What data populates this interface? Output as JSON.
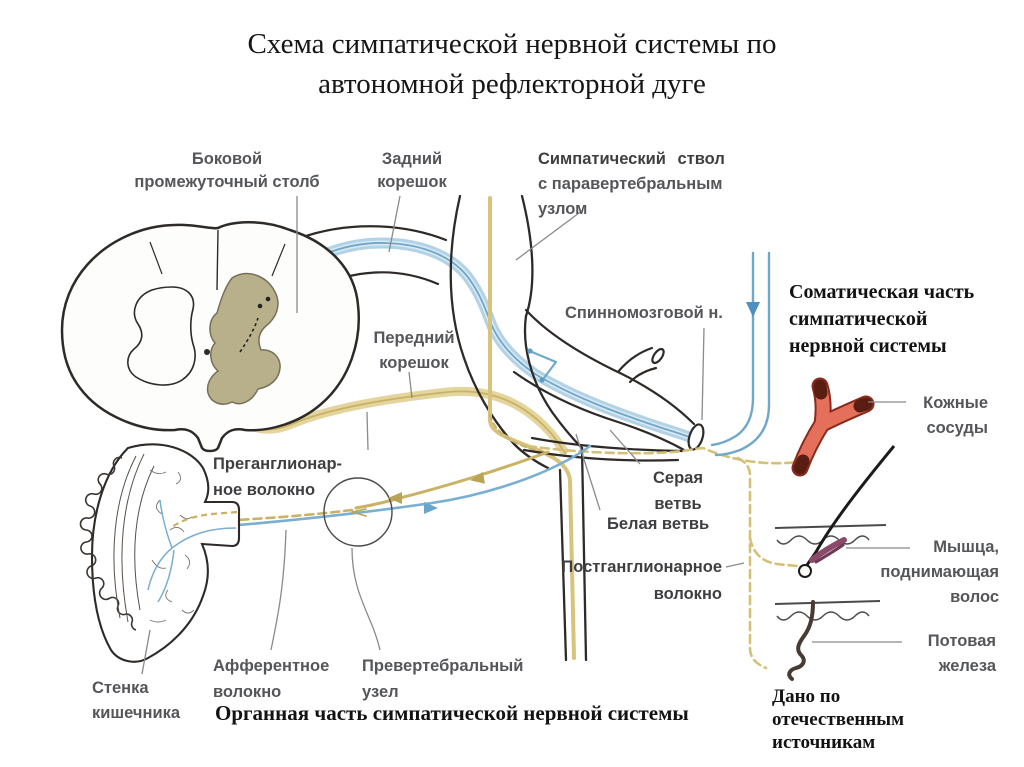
{
  "title": {
    "line1": "Схема симпатической нервной системы по",
    "line2": "автономной рефлекторной дуге"
  },
  "labels": {
    "lateral_column": {
      "line1": "Боковой",
      "line2": "промежуточный столб"
    },
    "dorsal_root": {
      "line1": "Задний",
      "line2": "корешок"
    },
    "sympathetic_trunk": {
      "line1": "Симпатический ствол",
      "line2": "с паравертебральным",
      "line3": "узлом"
    },
    "spinal_nerve": "Спинномозговой н.",
    "ventral_root": {
      "line1": "Передний",
      "line2": "корешок"
    },
    "preganglionic_fiber": {
      "line1": "Преганглионар-",
      "line2": "ное волокно"
    },
    "gray_ramus": {
      "line1": "Серая",
      "line2": "ветвь"
    },
    "white_ramus": "Белая ветвь",
    "postganglionic_fiber": {
      "line1": "Постганглионарное",
      "line2": "волокно"
    },
    "prevertebral_ganglion": {
      "line1": "Превертебральный",
      "line2": "узел"
    },
    "afferent_fiber": {
      "line1": "Афферентное",
      "line2": "волокно"
    },
    "intestine_wall": {
      "line1": "Стенка",
      "line2": "кишечника"
    },
    "skin_vessels": {
      "line1": "Кожные",
      "line2": "сосуды"
    },
    "arrector_pili": {
      "line1": "Мышца,",
      "line2": "поднимающая",
      "line3": "волос"
    },
    "sweat_gland": {
      "line1": "Потовая",
      "line2": "железа"
    }
  },
  "annotations": {
    "somatic_part": {
      "line1": "Соматическая часть",
      "line2": "симпатической",
      "line3": "нервной системы"
    },
    "organ_part": "Органная часть симпатической нервной системы",
    "source_note": {
      "line1": "Дано по",
      "line2": "отечественным",
      "line3": "источникам"
    }
  },
  "colors": {
    "afferent_blue": "#79afd1",
    "efferent_yellow": "#c9b264",
    "gray_matter_olive": "#b7b08a",
    "vessel_red": "#e4705c",
    "vessel_tip_dark": "#5a1d12",
    "arrector_muscle_purple": "#8c4a6b",
    "outline_black": "#2e2a28",
    "label_gray": "#55565a",
    "label_dark": "#3f3e41"
  }
}
